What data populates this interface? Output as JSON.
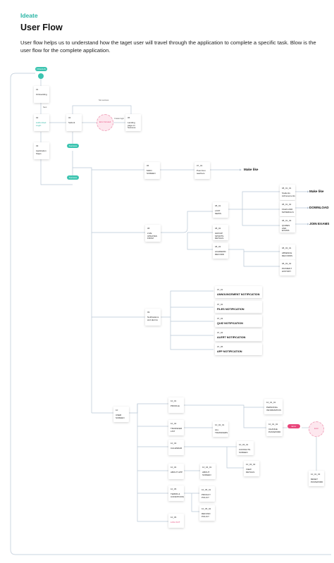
{
  "header": {
    "eyebrow": "Ideate",
    "title": "User Flow",
    "description": "User flow helps us to understand how the taget user will travel through the application to complete a specific task. Blow is the user flow for the complete application."
  },
  "diagram": {
    "start_label": "ONLAUN",
    "pills": {
      "p1": "Success",
      "p2": "Success",
      "p3": "Error"
    },
    "circles": {
      "c1": "Error Occured",
      "c2": "Error"
    },
    "edge_labels": {
      "e1": "Not success",
      "e2": "Next",
      "e3": "Create login"
    },
    "outputs": {
      "o1": "Make like",
      "o2": "Make like",
      "o3": "DOWNLOAD",
      "o4": "JOIN EXAMS"
    },
    "nodes": {
      "n01": {
        "id": "01",
        "label": "Onboarding"
      },
      "n02": {
        "id": "02",
        "label": "Authorized Login"
      },
      "n03": {
        "id": "03",
        "label": "Application Steps"
      },
      "n04": {
        "id": "04",
        "label": "Submit"
      },
      "n05": {
        "id": "05",
        "label": "Landing page on Success"
      },
      "n06": {
        "id": "06",
        "label": "MAIN SCREEN"
      },
      "n07": {
        "id": "07_01",
        "label": "Post from teachers"
      },
      "n08": {
        "id": "08",
        "label": "LIVE UPDATES FROM"
      },
      "n09": {
        "id": "08_01",
        "label": "LAST NEWS"
      },
      "n10": {
        "id": "08_02",
        "label": "GROUP SPORTS DETAILS"
      },
      "n11": {
        "id": "08_03",
        "label": "ACADEMIC RECORD"
      },
      "n12": {
        "id": "08_01_01",
        "label": "Students Achievements"
      },
      "n13": {
        "id": "08_01_02",
        "label": "FILES AND MATERIALS"
      },
      "n14": {
        "id": "08_01_03",
        "label": "QUIZES AND EXAMS"
      },
      "n15": {
        "id": "08_03_01",
        "label": "ABSENCE RECORDS"
      },
      "n16": {
        "id": "08_03_02",
        "label": "PAYMENT HISTORY"
      },
      "n17": {
        "id": "09",
        "label": "Notifications and alarms"
      },
      "n18": {
        "id": "10",
        "label": "USER SCREEN"
      },
      "n19": {
        "id": "10_01",
        "label": "PROFILE"
      },
      "n20": {
        "id": "10_02",
        "label": "TRANSFER LIST"
      },
      "n21": {
        "id": "10_03",
        "label": "CALENDAR"
      },
      "n22": {
        "id": "10_04",
        "label": "ABOUT APP"
      },
      "n23": {
        "id": "10_05",
        "label": "TERMS & CONDITIONS"
      },
      "n24": {
        "id": "10_06",
        "label": "LOG OUT"
      },
      "n25": {
        "id": "10_01_01",
        "label": "PERSONAL INFORMATION"
      },
      "n26": {
        "id": "10_01_02",
        "label": "CHANGE PASSWORD"
      },
      "n27": {
        "id": "10_02_01",
        "label": "ALL TRANSFERS"
      },
      "n28": {
        "id": "10_03_01",
        "label": "CONTACTS SCREEN"
      },
      "n29": {
        "id": "10_03_02",
        "label": "VIEW DETAILS"
      },
      "n30": {
        "id": "10_04_01",
        "label": "ABOUT SCREEN"
      },
      "n31": {
        "id": "10_05_01",
        "label": "PRIVACY POLICY"
      },
      "n32": {
        "id": "10_05_02",
        "label": "REFUND POLICY"
      },
      "n33": {
        "id": "10_01_03",
        "label": "RESET PASSWORD"
      }
    },
    "notifications": {
      "w1": {
        "id": "07_01",
        "label": "ANNOUNCEMENT NOTIFICATION"
      },
      "w2": {
        "id": "07_02",
        "label": "FILES NOTIFICATION"
      },
      "w3": {
        "id": "07_03",
        "label": "QUIZ NOTIFICATION"
      },
      "w4": {
        "id": "07_04",
        "label": "ALERT NOTIFICATION"
      },
      "w5": {
        "id": "07_05",
        "label": "APP NOTIFICATION"
      }
    }
  },
  "colors": {
    "accent": "#2bb5a5",
    "alert": "#e8457a",
    "line": "#b9c7d6"
  }
}
